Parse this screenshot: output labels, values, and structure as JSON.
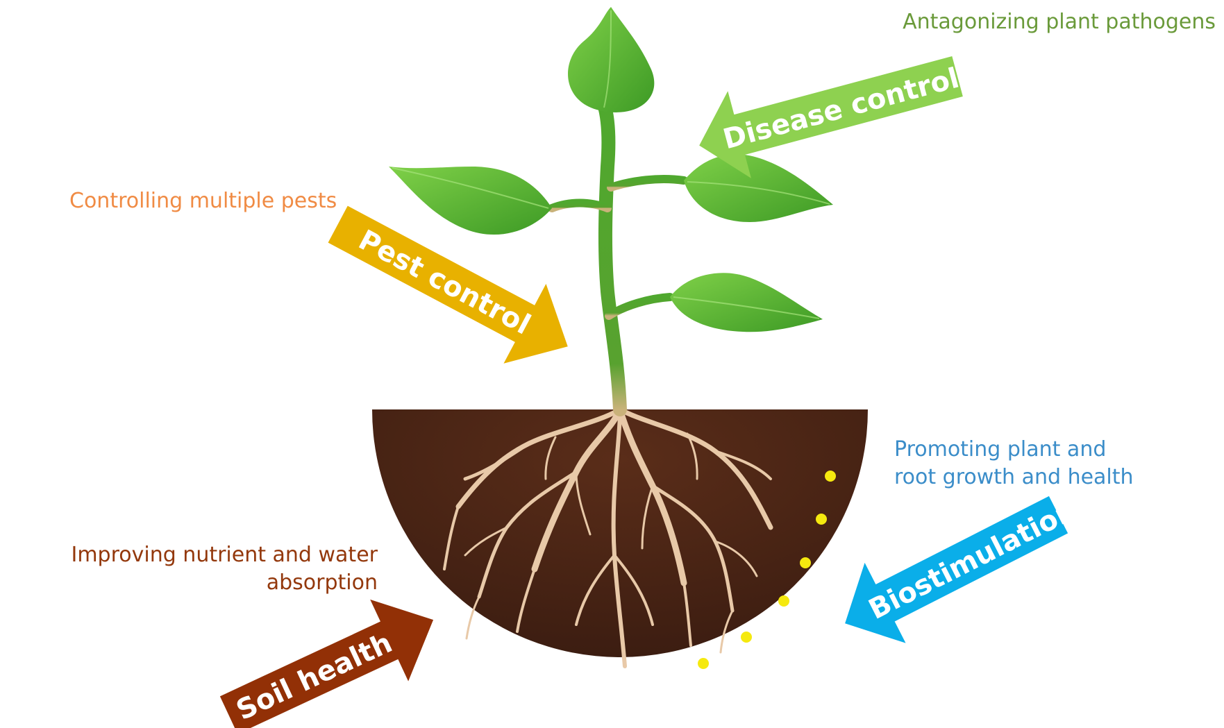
{
  "colors": {
    "disease": "#8ed150",
    "pest": "#e8b100",
    "biostimulation": "#0aaee9",
    "soil": "#923006",
    "soil_fill": "#4a2516",
    "stem": "#4fa82e",
    "leaf": "#58b833",
    "root": "#e8c9a8",
    "dots": "#f5e90f",
    "caption_disease": "#6a9a3a",
    "caption_pest": "#f08b44",
    "caption_bio": "#3b8dc9",
    "caption_soil": "#93380c"
  },
  "arrows": {
    "disease": "Disease control",
    "pest": "Pest control",
    "biostimulation": "Biostimulation",
    "soil": "Soil health"
  },
  "captions": {
    "disease": "Antagonizing plant pathogens",
    "pest": "Controlling multiple pests",
    "biostimulation": [
      "Promoting plant and",
      "root growth and health"
    ],
    "soil": [
      "Improving nutrient and water",
      "absorption"
    ]
  }
}
